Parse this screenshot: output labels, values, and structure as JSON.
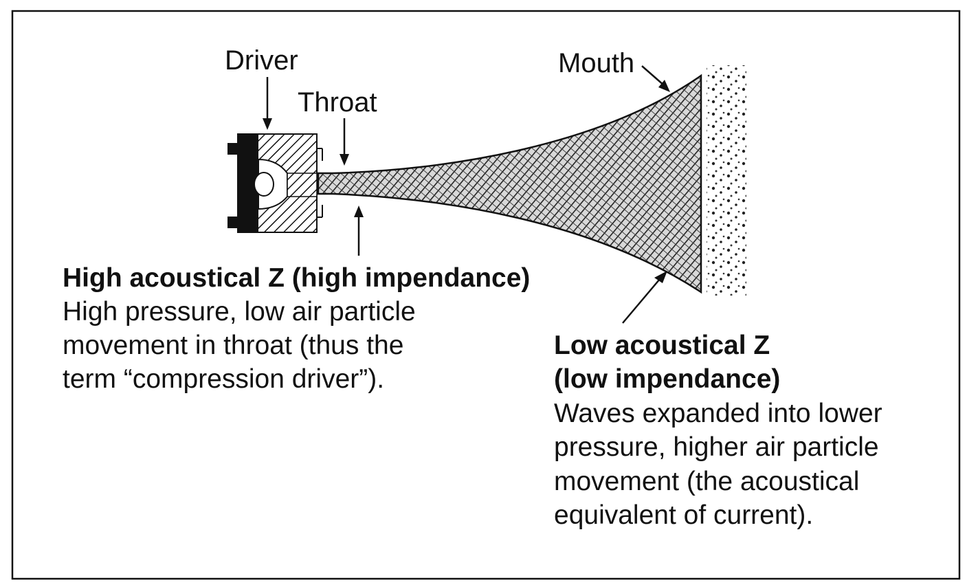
{
  "diagram": {
    "labels": {
      "driver": "Driver",
      "throat": "Throat",
      "mouth": "Mouth"
    },
    "high_z": {
      "heading": "High acoustical Z (high impendance)",
      "lines": [
        "High pressure, low air particle",
        "movement in throat (thus the",
        "term “compression driver”)."
      ]
    },
    "low_z": {
      "heading_lines": [
        "Low acoustical Z",
        "(low impendance)"
      ],
      "lines": [
        "Waves expanded into lower",
        "pressure, higher air particle",
        "movement (the acoustical",
        "equivalent of current)."
      ]
    }
  },
  "colors": {
    "ink": "#111111",
    "background": "#ffffff"
  }
}
